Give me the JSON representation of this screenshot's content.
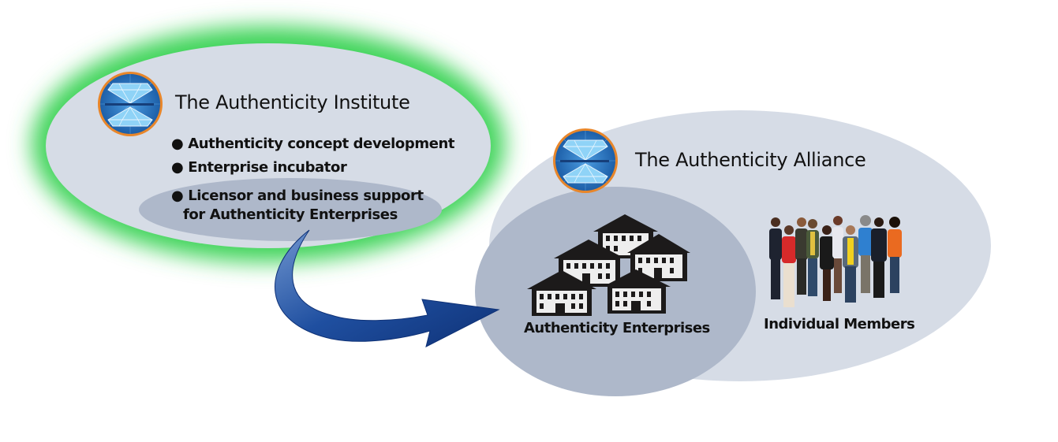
{
  "institute": {
    "title": "The Authenticity Institute",
    "logo_icon": "diamond-emblem-icon",
    "bullets": [
      "Authenticity concept development",
      "Enterprise incubator",
      "Licensor and business support",
      "for Authenticity Enterprises"
    ],
    "bullet_marker": "●",
    "glow_color": "#3fd45a"
  },
  "alliance": {
    "title": "The Authenticity Alliance",
    "logo_icon": "diamond-emblem-icon",
    "groups": [
      {
        "label": "Authenticity Enterprises",
        "icon": "buildings-icon"
      },
      {
        "label": "Individual Members",
        "icon": "people-group-icon"
      }
    ]
  },
  "connector": {
    "icon": "curved-arrow-icon",
    "color": "#1f4fa0"
  },
  "colors": {
    "ellipse_light": "#d6dce6",
    "ellipse_dark": "#aeb8ca",
    "logo_blue": "#2a6fb8",
    "logo_ring": "#e8862a"
  }
}
